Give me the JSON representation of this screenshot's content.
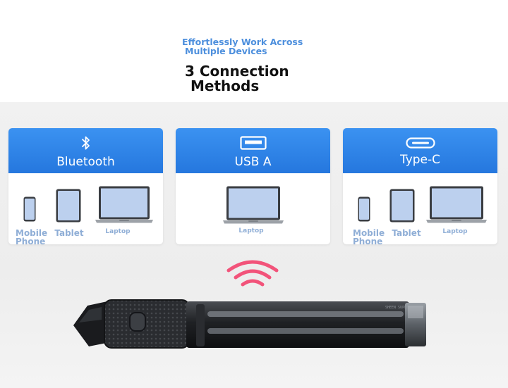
{
  "header": {
    "subtitle_line1": "Effortlessly Work Across",
    "subtitle_line2": "Multiple Devices",
    "title_line1": "3 Connection",
    "title_line2": "Methods"
  },
  "cards": [
    {
      "title": "Bluetooth",
      "icon": "bluetooth-icon",
      "devices": {
        "phone": "Mobile",
        "phone_line2": "Phone",
        "tablet": "Tablet",
        "laptop": "Laptop"
      }
    },
    {
      "title": "USB A",
      "icon": "usb-a-port-icon",
      "devices": {
        "laptop": "Laptop"
      }
    },
    {
      "title": "Type-C",
      "icon": "usb-c-port-icon",
      "devices": {
        "phone": "Mobile",
        "phone_line2": "Phone",
        "tablet": "Tablet",
        "laptop": "Laptop"
      }
    }
  ],
  "product": {
    "brand_text": "SHEEN SUPPLY",
    "signal_icon": "wireless-signal-icon"
  },
  "colors": {
    "accent_blue": "#2f86ea",
    "subtitle_blue": "#4d8fdd",
    "label_blue": "#8faed6",
    "signal_pink": "#f2537a"
  }
}
